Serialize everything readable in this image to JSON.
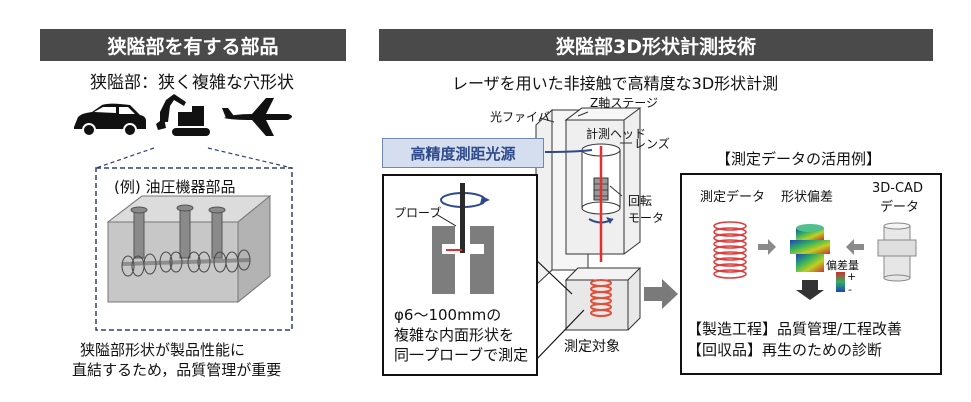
{
  "left_panel": {
    "title": "狭隘部を有する部品",
    "subtitle": "狭隘部：狭く複雑な穴形状",
    "example_label": "(例) 油圧機器部品",
    "footer_line1": "狭隘部形状が製品性能に",
    "footer_line2": "直結するため，品質管理が重要",
    "icons": [
      "car-icon",
      "excavator-icon",
      "airplane-icon"
    ]
  },
  "right_panel": {
    "title": "狭隘部3D形状計測技術",
    "subtitle": "レーザを用いた非接触で高精度な3D形状計測",
    "labels": {
      "z_stage": "Z軸ステージ",
      "optical_fiber": "光ファイバ",
      "measuring_head": "計測ヘッド",
      "lens": "レンズ",
      "light_source": "高精度測距光源",
      "rotation_motor_1": "回転",
      "rotation_motor_2": "モータ",
      "probe": "プローブ",
      "target": "測定対象"
    },
    "probe_box": {
      "line1": "φ6～100mmの",
      "line2": "複雑な内面形状を",
      "line3": "同一プローブで測定"
    },
    "usage": {
      "title": "【測定データの活用例】",
      "measured_data": "測定データ",
      "shape_deviation": "形状偏差",
      "cad_line1": "3D-CAD",
      "cad_line2": "データ",
      "deviation_amount": "偏差量",
      "plus": "+",
      "minus": "-",
      "manufacturing": "【製造工程】品質管理/工程改善",
      "recovered": "【回収品】再生のための診断"
    }
  },
  "colors": {
    "banner": "#4a4a4a",
    "accent_blue": "#2f4a8a",
    "light_source_bg": "#d5deef",
    "laser_red": "#e03030",
    "coil_red": "#e0503a"
  }
}
